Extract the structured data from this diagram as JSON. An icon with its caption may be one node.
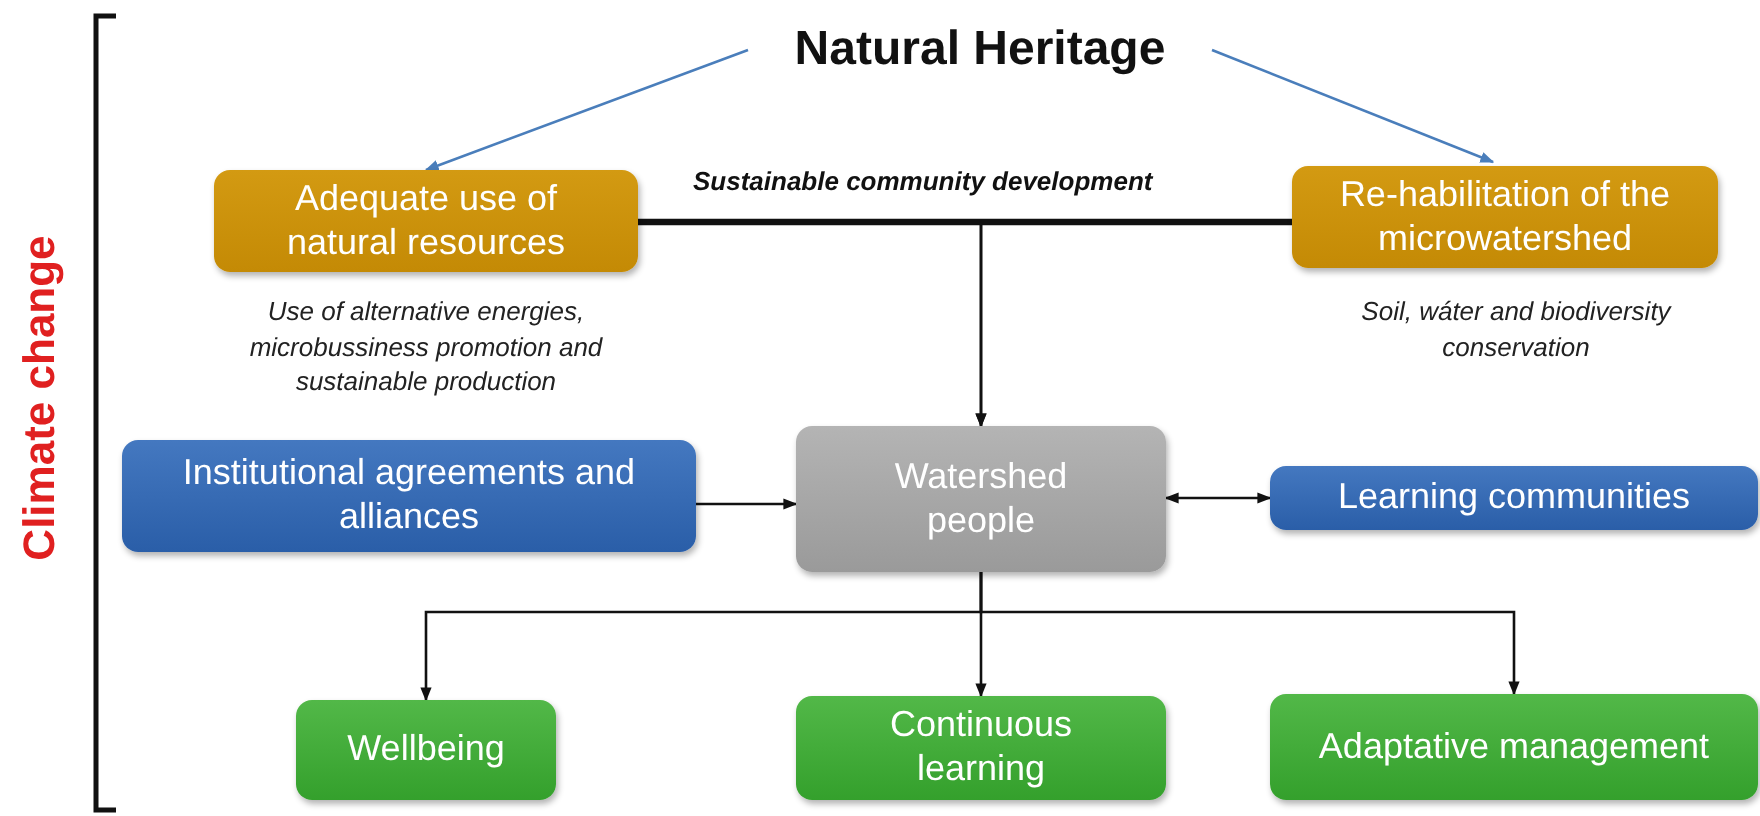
{
  "diagram": {
    "nodes": [
      {
        "text": [
          "Natural Heritage"
        ]
      },
      {
        "text": [
          "Adequate use of natural resources"
        ],
        "beside": [
          "Use of alternative energies, microbussiness promotion and sustainable production"
        ]
      },
      {
        "text": [
          "Re-habilitation of the microwatershed"
        ],
        "beside": [
          "Soil, wáter and biodiversity conservation"
        ]
      },
      {
        "text": [
          "Institutional agreements and alliances"
        ]
      },
      {
        "text": [
          "Watershed people"
        ]
      },
      {
        "text": [
          "Learning communities"
        ]
      },
      {
        "text": [
          "Wellbeing"
        ]
      },
      {
        "text": [
          "Continuous learning"
        ]
      },
      {
        "text": [
          "Adaptative management"
        ]
      }
    ],
    "edges": [
      {
        "from": 0,
        "to": 1,
        "arrow": "to",
        "color": "#4a7ebb"
      },
      {
        "from": 0,
        "to": 2,
        "arrow": "to",
        "color": "#4a7ebb"
      },
      {
        "from": 1,
        "to": 2,
        "arrow": "none",
        "label": "Sustainable community development",
        "style": "thick"
      },
      {
        "from": 1,
        "to": 4,
        "arrow": "to"
      },
      {
        "from": 2,
        "to": 4,
        "arrow": "to"
      },
      {
        "from": 3,
        "to": 4,
        "arrow": "to"
      },
      {
        "from": 4,
        "to": 5,
        "arrow": "both"
      },
      {
        "from": 4,
        "to": 6,
        "arrow": "to"
      },
      {
        "from": 4,
        "to": 7,
        "arrow": "to"
      },
      {
        "from": 4,
        "to": 8,
        "arrow": "to"
      }
    ],
    "labels": [
      "Climate change"
    ]
  }
}
